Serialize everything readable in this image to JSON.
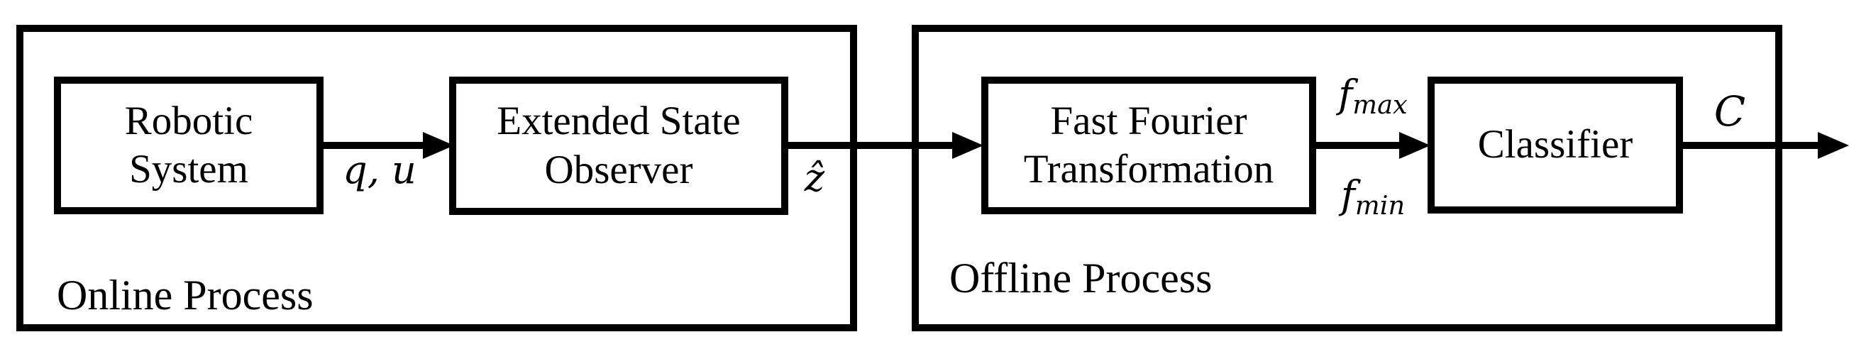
{
  "diagram": {
    "background": "#ffffff",
    "line_color": "#000000",
    "online": {
      "label": "Online Process",
      "boxes": {
        "robotic": {
          "line1": "Robotic",
          "line2": "System"
        },
        "eso": {
          "line1": "Extended State",
          "line2": "Observer"
        }
      }
    },
    "offline": {
      "label": "Offline Process",
      "boxes": {
        "fft": {
          "line1": "Fast Fourier",
          "line2": "Transformation"
        },
        "classifier": {
          "line1": "Classifier"
        }
      }
    },
    "signals": {
      "qu": "q, u",
      "zhat": "ẑ",
      "fmax": {
        "base": "f",
        "sub": "max"
      },
      "fmin": {
        "base": "f",
        "sub": "min"
      },
      "c": "C"
    }
  }
}
